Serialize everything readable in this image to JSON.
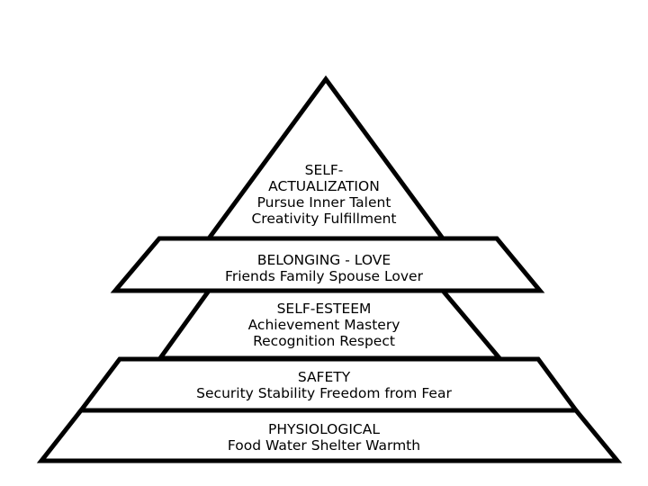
{
  "pyramid": {
    "levels": [
      {
        "title": "SELF-",
        "title2": "ACTUALIZATION",
        "lines": [
          "Pursue Inner Talent",
          "Creativity  Fulfillment"
        ]
      },
      {
        "title": "BELONGING - LOVE",
        "lines": [
          "Friends  Family  Spouse  Lover"
        ]
      },
      {
        "title": "SELF-ESTEEM",
        "lines": [
          "Achievement Mastery",
          "Recognition  Respect"
        ]
      },
      {
        "title": "SAFETY",
        "lines": [
          "Security  Stability  Freedom from Fear"
        ]
      },
      {
        "title": "PHYSIOLOGICAL",
        "lines": [
          "Food  Water  Shelter  Warmth"
        ]
      }
    ]
  }
}
